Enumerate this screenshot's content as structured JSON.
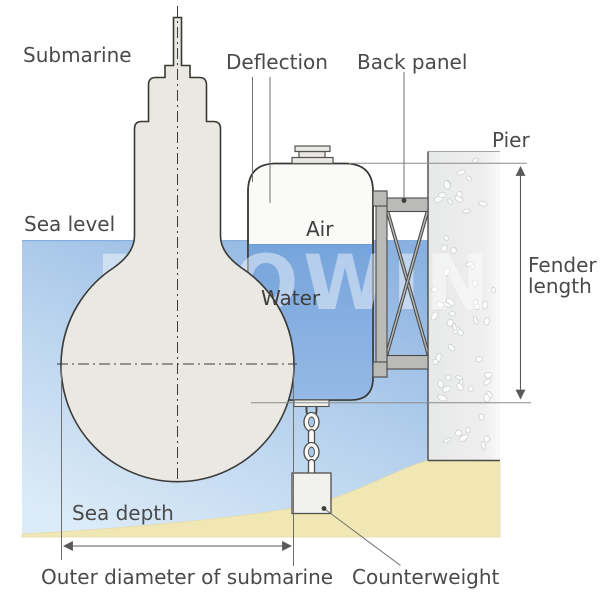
{
  "diagram": {
    "labels": {
      "submarine": "Submarine",
      "deflection": "Deflection",
      "back_panel": "Back panel",
      "pier": "Pier",
      "sea_level": "Sea level",
      "air": "Air",
      "water": "Water",
      "fender_length_line1": "Fender",
      "fender_length_line2": "length",
      "sea_depth": "Sea depth",
      "outer_diameter": "Outer diameter of submarine",
      "counterweight": "Counterweight"
    },
    "watermark": "DOOWIN",
    "colors": {
      "sea_top": "#86aedf",
      "sea_bottom": "#dcebf8",
      "fender_water_top": "#76a4db",
      "fender_water_bottom": "#96b9e6",
      "sand": "#f0e7b5",
      "hull_fill": "#e9e8e3",
      "fender_air_fill": "#fafaf8",
      "pier_fill": "#eaecec",
      "truss_fill": "#babbb8",
      "outline": "#3a3936",
      "label_text": "#4a4a4a"
    }
  }
}
